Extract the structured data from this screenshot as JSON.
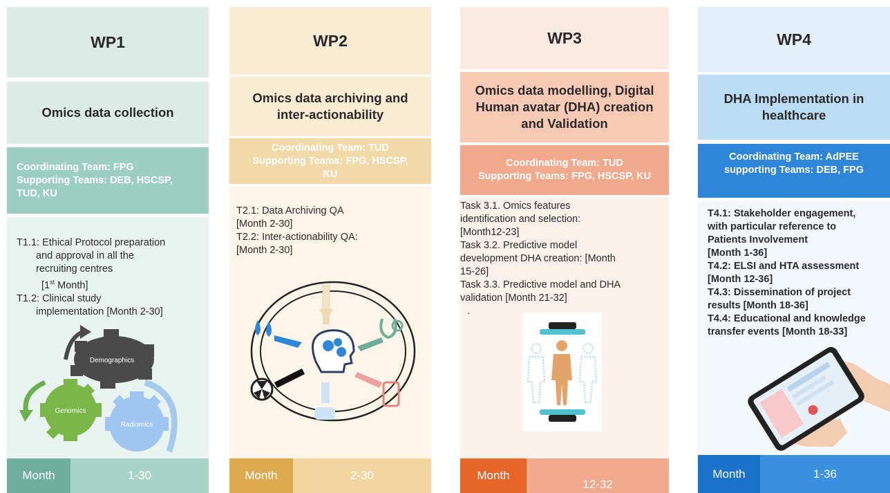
{
  "wp1": {
    "title": "WP1",
    "subtitle": "Omics data collection",
    "coord_line1": "Coordinating Team: FPG",
    "coord_line2": "Supporting Teams: DEB, HSCSP,",
    "coord_line3": "TUD, KU",
    "tasks": [
      "T1.1: Ethical Protocol preparation",
      "and approval in all the",
      "recruiting centres",
      "[1st Month]",
      "T1.2: Clinical study",
      "implementation [Month 2-30]"
    ],
    "gear_labels": [
      "Demographics",
      "Genomics",
      "Radiomics"
    ],
    "month_label": "Month",
    "month_range": "1-30",
    "colors": {
      "light": "#dcebe5",
      "mid": "#9ccfc2",
      "dark": "#6fae9c",
      "bar_range": "#a8d4c8"
    }
  },
  "wp2": {
    "title": "WP2",
    "subtitle_line1": "Omics data archiving and",
    "subtitle_line2": "inter-actionability",
    "coord_line1": "Coordinating Team: TUD",
    "coord_line2": "Supporting Teams: FPG, HSCSP,",
    "coord_line3": "KU",
    "tasks": [
      "T2.1: Data Archiving QA",
      "[Month 2-30]",
      "T2.2: Inter-actionability QA:",
      "[Month 2-30]"
    ],
    "month_label": "Month",
    "month_range": "2-30",
    "colors": {
      "light": "#f9ecd3",
      "mid": "#f2d9a8",
      "dark": "#deaa4f",
      "bar_range": "#f1d6a2"
    }
  },
  "wp3": {
    "title": "WP3",
    "subtitle_line1": "Omics data modelling, Digital",
    "subtitle_line2": "Human avatar (DHA) creation",
    "subtitle_line3": "and Validation",
    "coord_line1": "Coordinating Team: TUD",
    "coord_line2": "Supporting Teams: FPG, HSCSP, KU",
    "tasks": [
      "Task 3.1. Omics features",
      "identification and selection:",
      "[Month12-23]",
      "Task 3.2. Predictive model",
      "development DHA creation: [Month",
      "15-26]",
      "Task 3.3. Predictive model and DHA",
      "validation [Month 21-32]",
      "."
    ],
    "month_label": "Month",
    "month_range": "12-32",
    "colors": {
      "light": "#fce9e1",
      "mid": "#f8c9b4",
      "dark": "#e8652a",
      "bar_range": "#f0a98a"
    }
  },
  "wp4": {
    "title": "WP4",
    "subtitle_line1": "DHA Implementation in",
    "subtitle_line2": "healthcare",
    "coord_line1": "Coordinating Team: AdPEE",
    "coord_line2": "supporting Teams: DEB, FPG",
    "tasks": [
      "T4.1: Stakeholder engagement,",
      "with particular reference to",
      "Patients Involvement",
      "[Month 1-36]",
      "T4.2: ELSI and HTA assessment",
      "[Month 12-36]",
      "T4.3: Dissemination of project",
      "results [Month 18-36]",
      "T4.4: Educational and knowledge",
      "transfer events [Month 18-33]"
    ],
    "month_label": "Month",
    "month_range": "1-36",
    "colors": {
      "light": "#e3f0fb",
      "mid": "#bcdcf4",
      "dark": "#1b73c9",
      "bar_range": "#3b8fdf"
    }
  }
}
